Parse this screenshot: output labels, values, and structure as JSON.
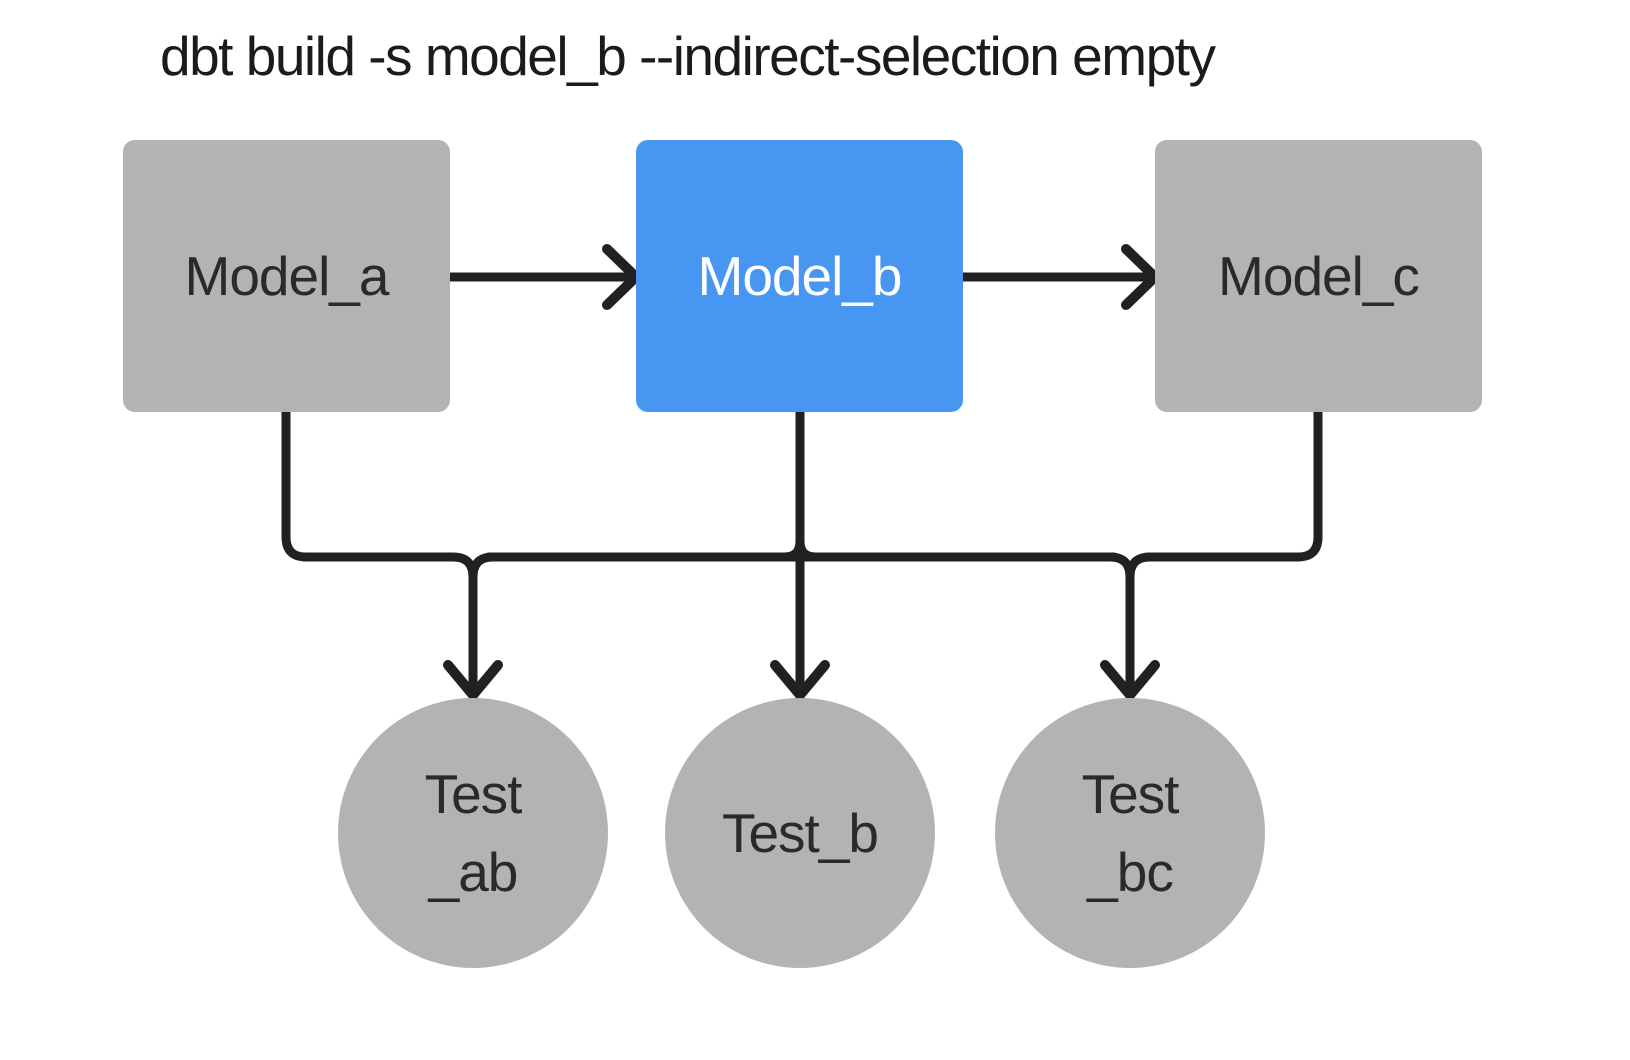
{
  "title": "dbt build -s model_b --indirect-selection empty",
  "colors": {
    "background": "#ffffff",
    "node_gray": "#b3b3b3",
    "node_selected_blue": "#4696f2",
    "edge_line": "#212121",
    "node_text_dark": "#2a2a2a",
    "node_text_light": "#ffffff",
    "title_text": "#1b1b1b"
  },
  "nodes": {
    "models": [
      {
        "id": "model_a",
        "label": "Model_a",
        "selected": false
      },
      {
        "id": "model_b",
        "label": "Model_b",
        "selected": true
      },
      {
        "id": "model_c",
        "label": "Model_c",
        "selected": false
      }
    ],
    "tests": [
      {
        "id": "test_ab",
        "line1": "Test",
        "line2": "_ab"
      },
      {
        "id": "test_b",
        "line1": "Test_b",
        "line2": ""
      },
      {
        "id": "test_bc",
        "line1": "Test",
        "line2": "_bc"
      }
    ]
  },
  "edges": [
    {
      "from": "model_a",
      "to": "model_b"
    },
    {
      "from": "model_b",
      "to": "model_c"
    },
    {
      "from": "model_a",
      "to": "test_ab"
    },
    {
      "from": "model_b",
      "to": "test_ab"
    },
    {
      "from": "model_b",
      "to": "test_b"
    },
    {
      "from": "model_b",
      "to": "test_bc"
    },
    {
      "from": "model_c",
      "to": "test_bc"
    }
  ]
}
